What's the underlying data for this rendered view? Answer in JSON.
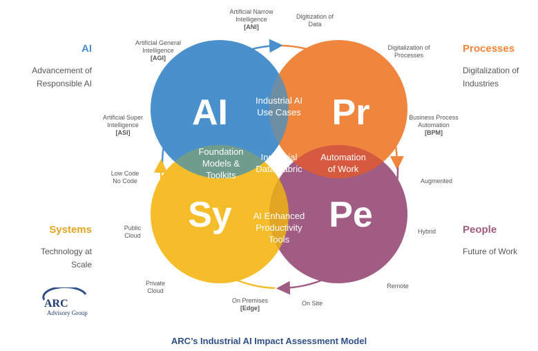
{
  "colors": {
    "ai": "#4a90cd",
    "processes": "#f0853d",
    "systems": "#f5bd2a",
    "people": "#a05c82",
    "center": "#3d8a8a",
    "caption": "#2f4f88"
  },
  "circles": {
    "ai": "AI",
    "processes": "Pr",
    "systems": "Sy",
    "people": "Pe"
  },
  "overlaps": {
    "ai_processes": [
      "Industrial AI",
      "Use Cases"
    ],
    "ai_systems": [
      "Foundation",
      "Models &",
      "Toolkits"
    ],
    "center": [
      "Industrial",
      "Data Fabric"
    ],
    "processes_people": [
      "Automation",
      "of Work"
    ],
    "systems_people": [
      "AI Enhanced",
      "Productivity",
      "Tools"
    ]
  },
  "arc_labels": {
    "ani": [
      "Artificial Narrow",
      "Intelligence",
      "[ANI]"
    ],
    "agi": [
      "Artificial General",
      "Intelligence",
      "[AGI]"
    ],
    "asi": [
      "Artificial Super",
      "Intelligence",
      "[ASI]"
    ],
    "digitization": [
      "Digitization of",
      "Data"
    ],
    "digitalization_processes": [
      "Digitalization of",
      "Processes"
    ],
    "bpm": [
      "Business Process",
      "Automation",
      "[BPM]"
    ],
    "low_code": [
      "Low Code",
      "No Code"
    ],
    "public_cloud": [
      "Public",
      "Cloud"
    ],
    "private_cloud": [
      "Private",
      "Cloud"
    ],
    "on_premises": [
      "On Premises",
      "[Edge]"
    ],
    "augmented": [
      "Augmented"
    ],
    "hybrid": [
      "Hybrid"
    ],
    "remote": [
      "Remote"
    ],
    "on_site": [
      "On Site"
    ]
  },
  "sides": {
    "ai": {
      "title": "AI",
      "subtitle": [
        "Advancement of",
        "Responsible AI"
      ]
    },
    "processes": {
      "title": "Processes",
      "subtitle": [
        "Digitalization of",
        "Industries"
      ]
    },
    "systems": {
      "title": "Systems",
      "subtitle": [
        "Technology at",
        "Scale"
      ]
    },
    "people": {
      "title": "People",
      "subtitle": [
        "Future of Work"
      ]
    }
  },
  "logo": {
    "mark": "ARC",
    "sub": "Advisory Group"
  },
  "caption": "ARC’s Industrial AI Impact Assessment Model"
}
